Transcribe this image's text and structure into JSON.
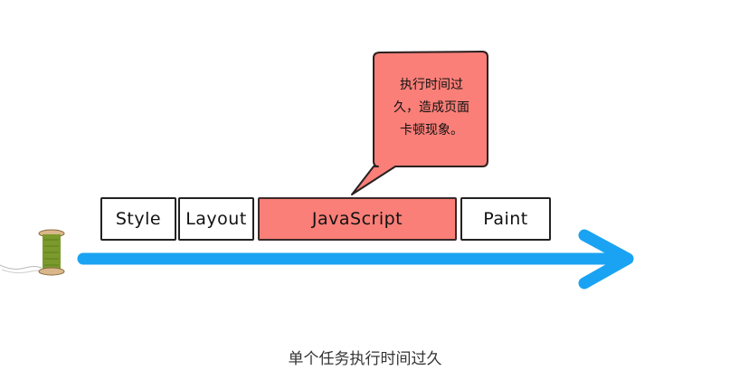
{
  "diagram": {
    "tasks": [
      {
        "label": "Style",
        "highlight": false
      },
      {
        "label": "Layout",
        "highlight": false
      },
      {
        "label": "JavaScript",
        "highlight": true
      },
      {
        "label": "Paint",
        "highlight": false
      }
    ],
    "callout": {
      "lines": [
        "执行时间过",
        "久，造成页面",
        "卡顿现象。"
      ]
    },
    "caption": "单个任务执行时间过久",
    "colors": {
      "highlight": "#f97f78",
      "arrow": "#1aa3f2",
      "spool_thread": "#7a9a2c",
      "spool_wood": "#d9b78a"
    },
    "icons": [
      "thread-spool-icon",
      "timeline-arrow"
    ]
  }
}
